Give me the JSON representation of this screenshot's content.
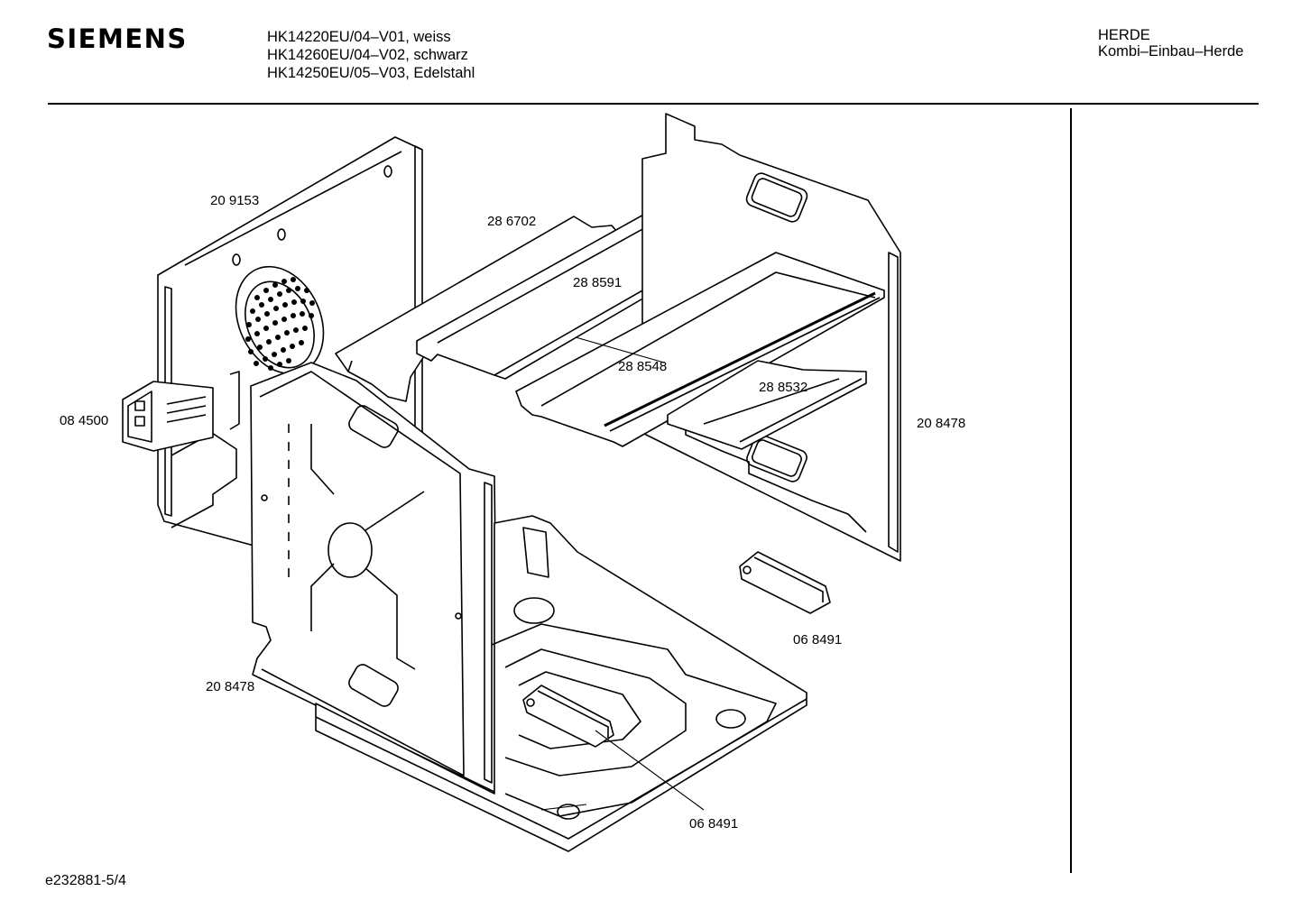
{
  "header": {
    "brand": "SIEMENS",
    "models": [
      "HK14220EU/04–V01, weiss",
      "HK14260EU/04–V02, schwarz",
      "HK14250EU/05–V03, Edelstahl"
    ],
    "category": "HERDE",
    "subcategory": "Kombi–Einbau–Herde"
  },
  "footer": {
    "document_id": "e232881-5/4"
  },
  "parts": [
    {
      "id": "rear-panel",
      "label": "20 9153"
    },
    {
      "id": "top-panel",
      "label": "28 6702"
    },
    {
      "id": "upper-rail",
      "label": "28 8591"
    },
    {
      "id": "middle-rail",
      "label": "28 8548"
    },
    {
      "id": "lower-rail",
      "label": "28 8532"
    },
    {
      "id": "connector",
      "label": "08 4500"
    },
    {
      "id": "right-side-panel",
      "label": "20 8478"
    },
    {
      "id": "left-side-panel",
      "label": "20 8478"
    },
    {
      "id": "clip-right",
      "label": "06 8491"
    },
    {
      "id": "clip-bottom",
      "label": "06 8491"
    }
  ]
}
